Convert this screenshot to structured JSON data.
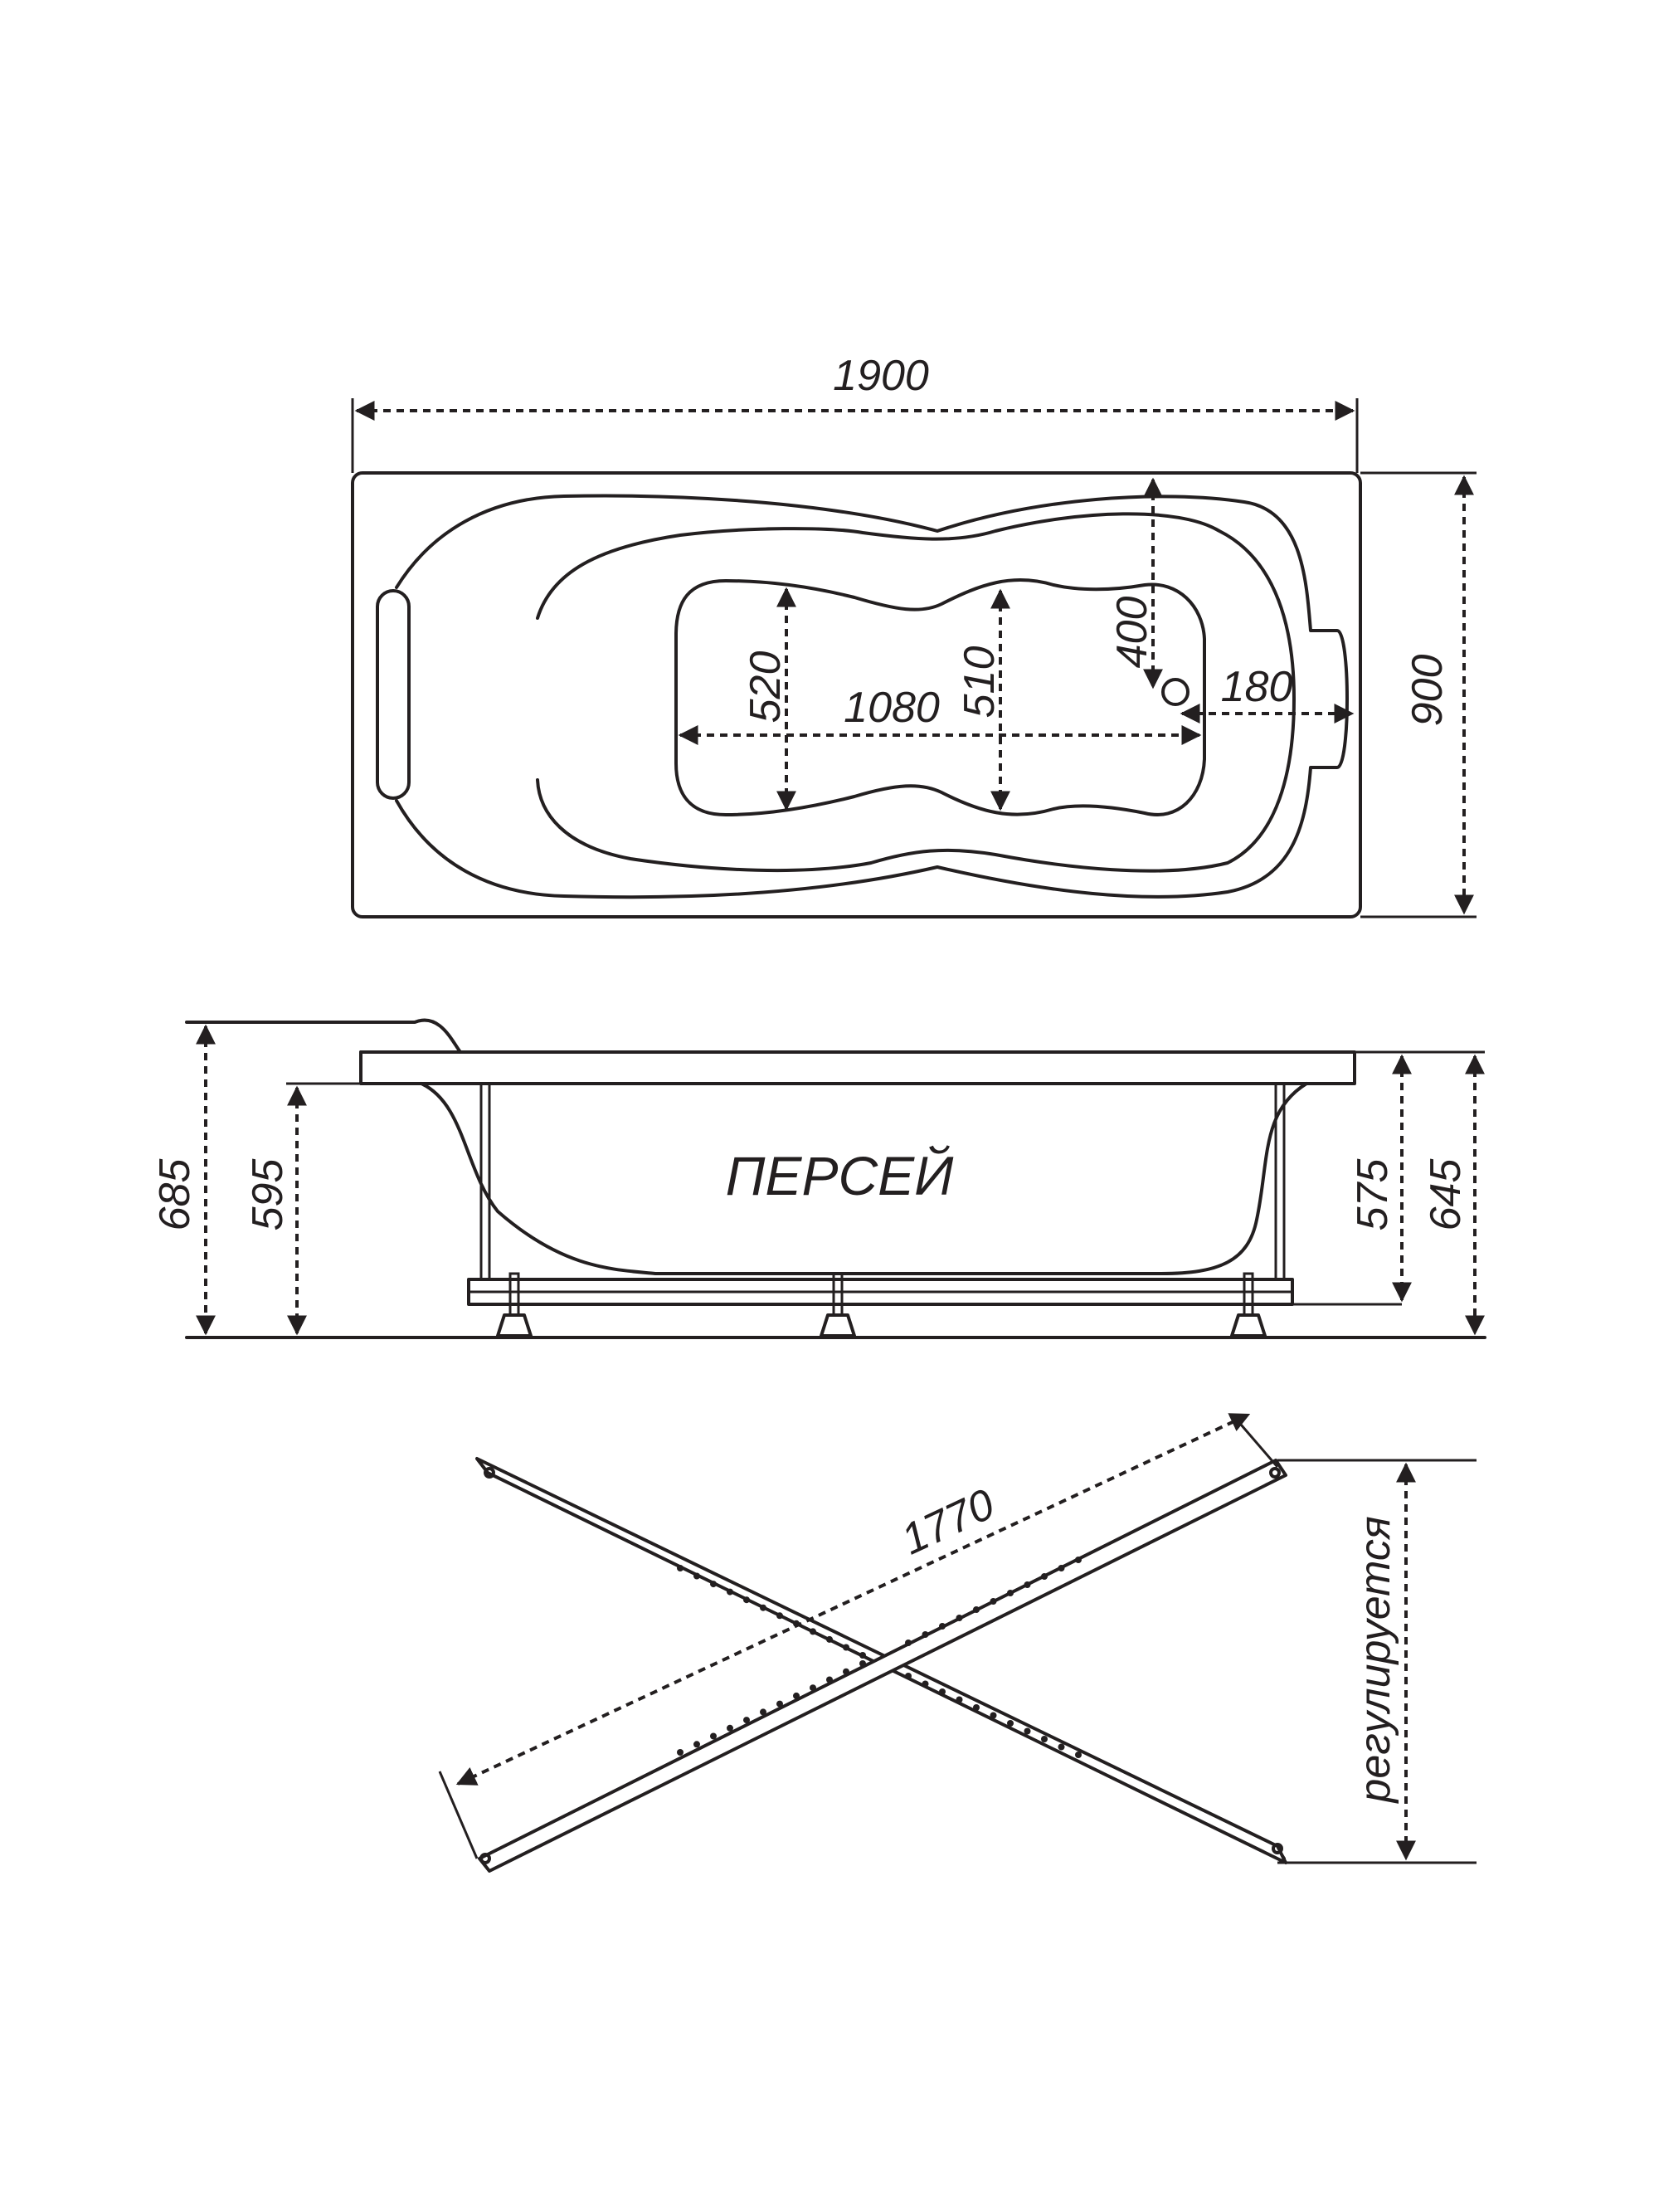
{
  "top_view": {
    "overall_length": "1900",
    "overall_width": "900",
    "bowl_length": "1080",
    "bowl_width_left": "520",
    "bowl_width_right": "510",
    "drain_from_side": "400",
    "drain_from_end": "180"
  },
  "side_view": {
    "model_name": "ПЕРСЕЙ",
    "height_total": "685",
    "height_rim": "595",
    "height_frame": "575",
    "height_right": "645"
  },
  "frame_view": {
    "diagonal_length": "1770",
    "adjustable_label": "регулируется"
  },
  "colors": {
    "line": "#231f20",
    "background": "#ffffff"
  }
}
